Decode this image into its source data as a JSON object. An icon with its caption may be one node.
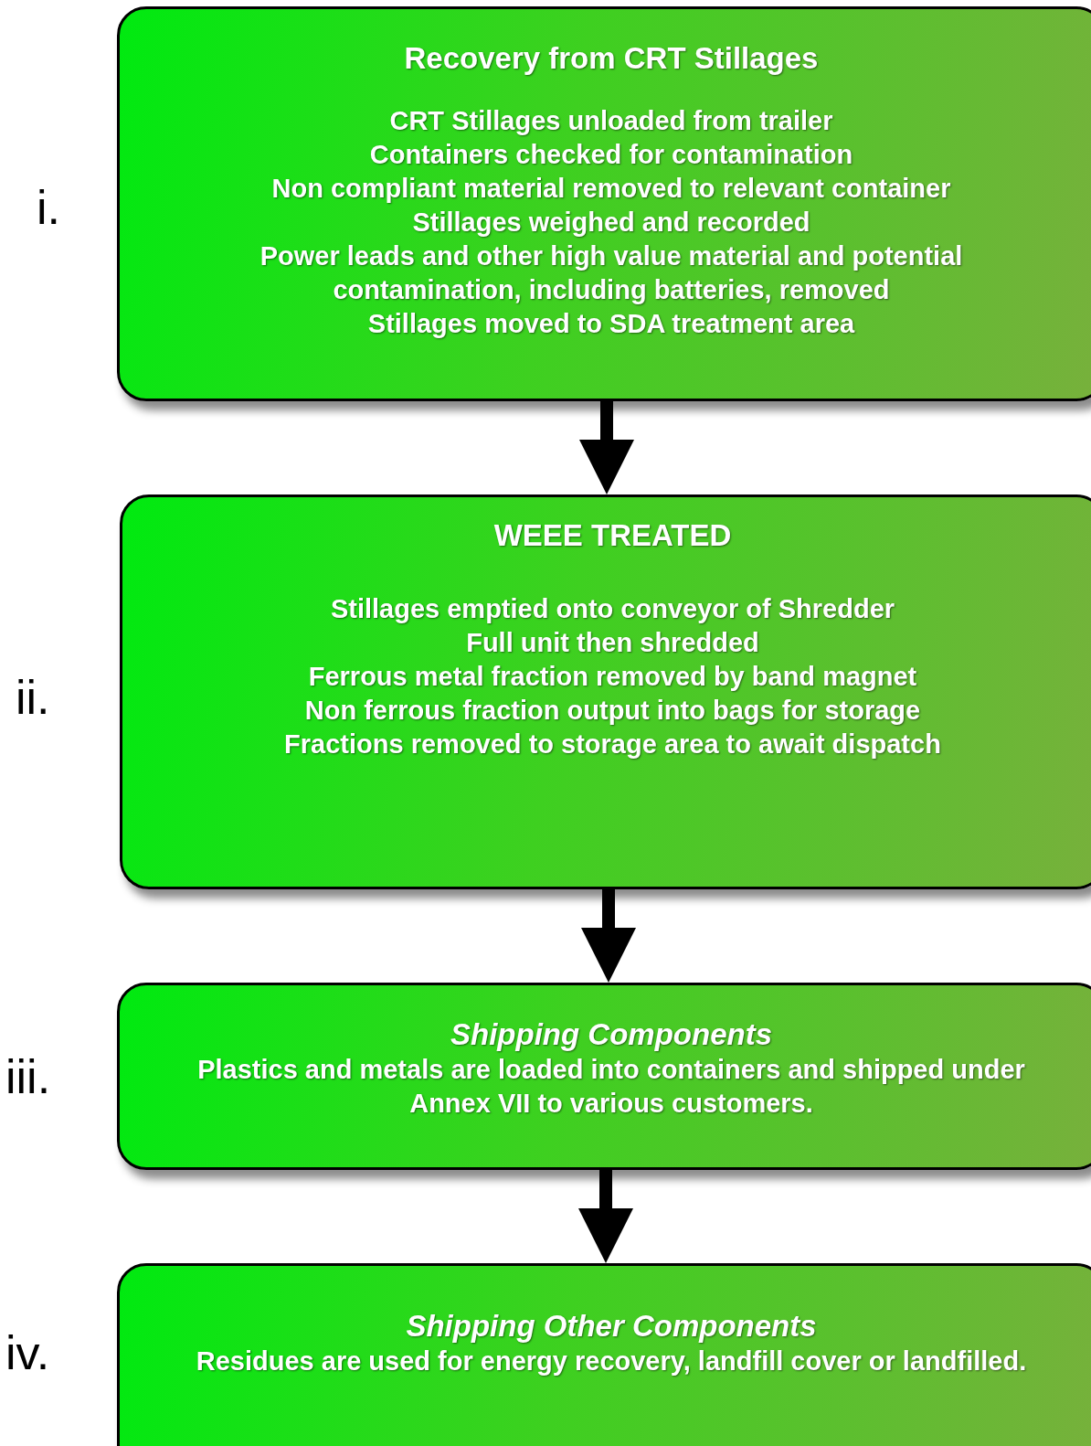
{
  "diagram": {
    "nodes": [
      {
        "text": [
          "Recovery from CRT Stillages",
          "CRT Stillages unloaded from trailer",
          "Containers checked for contamination",
          "Non compliant material removed to relevant container",
          "Stillages weighed and recorded",
          "Power leads and other high value material and potential contamination, including batteries, removed",
          "Stillages moved to SDA treatment area"
        ],
        "beside": [
          "i."
        ]
      },
      {
        "text": [
          "WEEE TREATED",
          "Stillages emptied onto conveyor of Shredder",
          "Full unit then shredded",
          "Ferrous metal fraction removed by band magnet",
          "Non ferrous fraction output into bags for storage",
          "Fractions removed to storage area to await dispatch"
        ],
        "beside": [
          "ii."
        ]
      },
      {
        "text": [
          "Shipping Components",
          "Plastics and metals are loaded into containers and shipped under Annex VII to various customers."
        ],
        "beside": [
          "iii."
        ]
      },
      {
        "text": [
          "Shipping Other Components",
          "Residues are used for energy recovery, landfill cover or landfilled."
        ],
        "beside": [
          "iv."
        ]
      }
    ],
    "edges": [
      {
        "from": 0,
        "to": 1,
        "arrow": "to"
      },
      {
        "from": 1,
        "to": 2,
        "arrow": "to"
      },
      {
        "from": 2,
        "to": 3,
        "arrow": "to"
      }
    ]
  }
}
